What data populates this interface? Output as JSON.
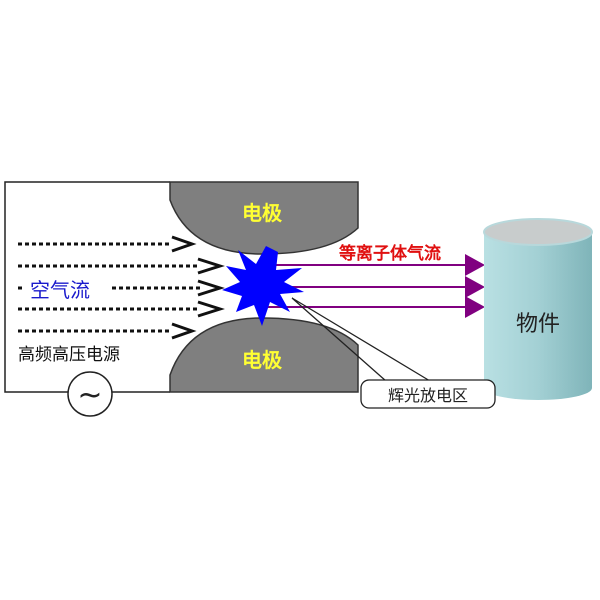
{
  "labels": {
    "electrode_top": "电极",
    "electrode_bottom": "电极",
    "air_flow": "空气流",
    "power_source": "高频高压电源",
    "plasma_flow": "等离子体气流",
    "workpiece": "物件",
    "glow_discharge": "辉光放电区",
    "ac_symbol": "~"
  },
  "colors": {
    "electrode": "#7f7f7f",
    "electrode_text": "#ffff33",
    "air_text": "#1a1acc",
    "spark": "#0000ff",
    "plasma_text": "#e01010",
    "plasma_arrow": "#800080",
    "cylinder": "#a8d4d8"
  }
}
